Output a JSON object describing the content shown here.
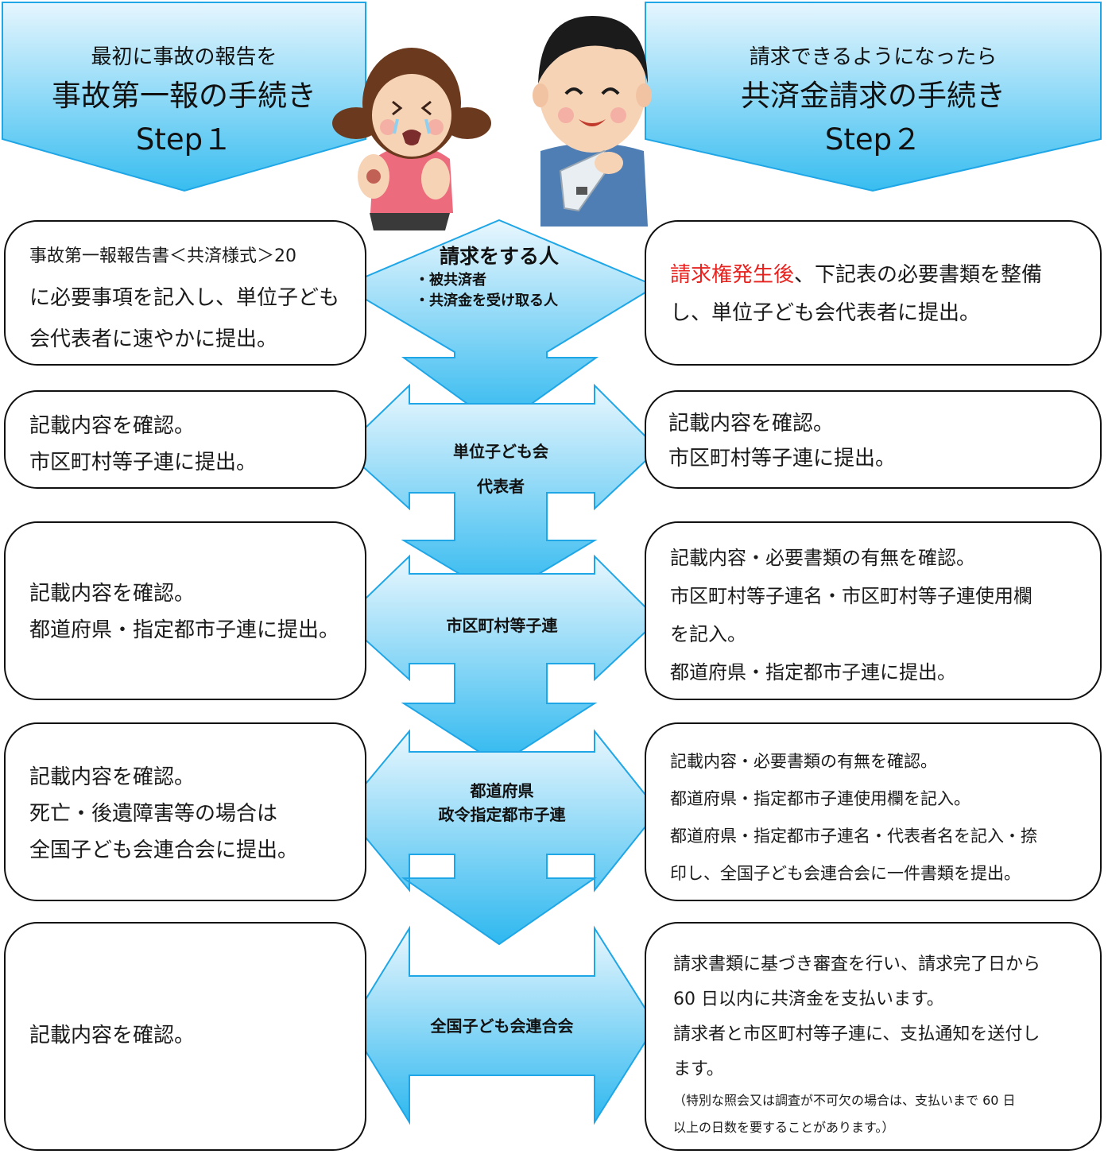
{
  "headers": {
    "left": {
      "line1": "最初に事故の報告を",
      "line2": "事故第一報の手続き",
      "line3": "Step１"
    },
    "right": {
      "line1": "請求できるようになったら",
      "line2": "共済金請求の手続き",
      "line3": "Step２"
    }
  },
  "center": {
    "claimant": {
      "title": "請求をする人",
      "items": [
        "・被共済者",
        "・共済金を受け取る人"
      ]
    },
    "unit": {
      "line1": "単位子ども会",
      "line2": "代表者"
    },
    "city": {
      "label": "市区町村等子連"
    },
    "pref": {
      "line1": "都道府県",
      "line2": "政令指定都市子連"
    },
    "national": {
      "label": "全国子ども会連合会"
    }
  },
  "left_boxes": [
    {
      "lines": [
        "事故第一報報告書＜共済様式＞20",
        "に必要事項を記入し、単位子ども",
        "会代表者に速やかに提出。"
      ]
    },
    {
      "lines": [
        "記載内容を確認。",
        "市区町村等子連に提出。"
      ]
    },
    {
      "lines": [
        "記載内容を確認。",
        "都道府県・指定都市子連に提出。"
      ]
    },
    {
      "lines": [
        "記載内容を確認。",
        "死亡・後遺障害等の場合は",
        "全国子ども会連合会に提出。"
      ]
    },
    {
      "lines": [
        "記載内容を確認。"
      ]
    }
  ],
  "right_boxes": [
    {
      "highlight": "請求権発生後",
      "rest": "、下記表の必要書類を整備",
      "line2": "し、単位子ども会代表者に提出。",
      "highlight_color": "#e8231f"
    },
    {
      "lines": [
        "記載内容を確認。",
        "市区町村等子連に提出。"
      ]
    },
    {
      "lines": [
        "記載内容・必要書類の有無を確認。",
        "市区町村等子連名・市区町村等子連使用欄",
        "を記入。",
        "都道府県・指定都市子連に提出。"
      ]
    },
    {
      "lines": [
        "記載内容・必要書類の有無を確認。",
        "都道府県・指定都市子連使用欄を記入。",
        "都道府県・指定都市子連名・代表者名を記入・捺",
        "印し、全国子ども会連合会に一件書類を提出。"
      ]
    },
    {
      "lines": [
        "請求書類に基づき審査を行い、請求完了日から",
        "60 日以内に共済金を支払います。",
        "請求者と市区町村等子連に、支払通知を送付し",
        "ます。"
      ],
      "note": [
        "（特別な照会又は調査が不可欠の場合は、支払いまで 60 日",
        "以上の日数を要することがあります。）"
      ]
    }
  ],
  "colors": {
    "arrow_top": "#e6f6fe",
    "arrow_bottom": "#2db7ef",
    "arrow_stroke": "#1fa6e6",
    "box_border": "#111111",
    "highlight": "#e8231f"
  },
  "illustrations": [
    "crying-girl-illustration",
    "boy-with-sling-illustration"
  ]
}
